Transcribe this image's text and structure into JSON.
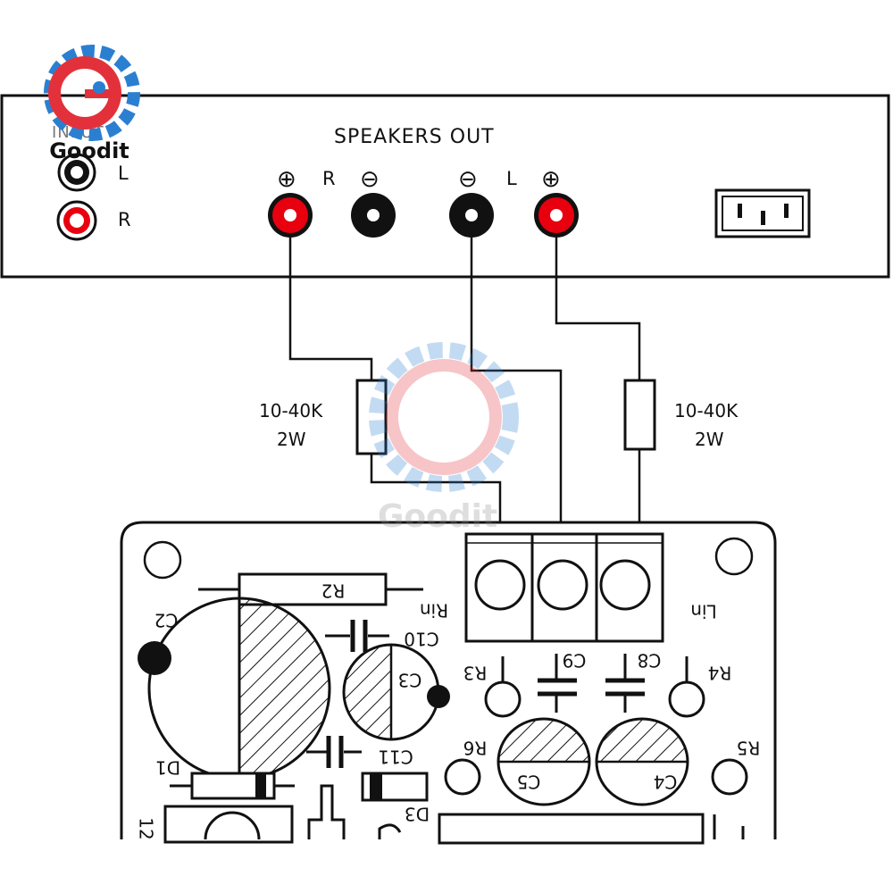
{
  "logo": {
    "brand_text": "Goodit",
    "watermark_text": "Goodit",
    "colors": {
      "red": "#e3313b",
      "blue": "#2b7fd1"
    }
  },
  "amplifier": {
    "input_label_partial": "INPUT",
    "input_left": "L",
    "input_right": "R",
    "speakers_out_title": "SPEAKERS OUT",
    "right_channel_label": "R",
    "left_channel_label": "L",
    "positive_symbol": "⊕",
    "negative_symbol": "⊖"
  },
  "resistors": {
    "left_value": "10-40K",
    "left_power": "2W",
    "right_value": "10-40K",
    "right_power": "2W"
  },
  "pcb": {
    "labels": {
      "r2": "R2",
      "c2": "C2",
      "rin": "Rin",
      "lin": "Lin",
      "c10": "C10",
      "c3": "C3",
      "r3": "R3",
      "c9": "C9",
      "c8": "C8",
      "r4": "R4",
      "c11": "C11",
      "r6": "R6",
      "c5": "C5",
      "c4": "C4",
      "r5": "R5",
      "d1": "D1",
      "d3": "D3",
      "partial_12": "12"
    }
  },
  "colors": {
    "terminal_red": "#e8000f",
    "terminal_black": "#111111",
    "line": "#111111"
  }
}
